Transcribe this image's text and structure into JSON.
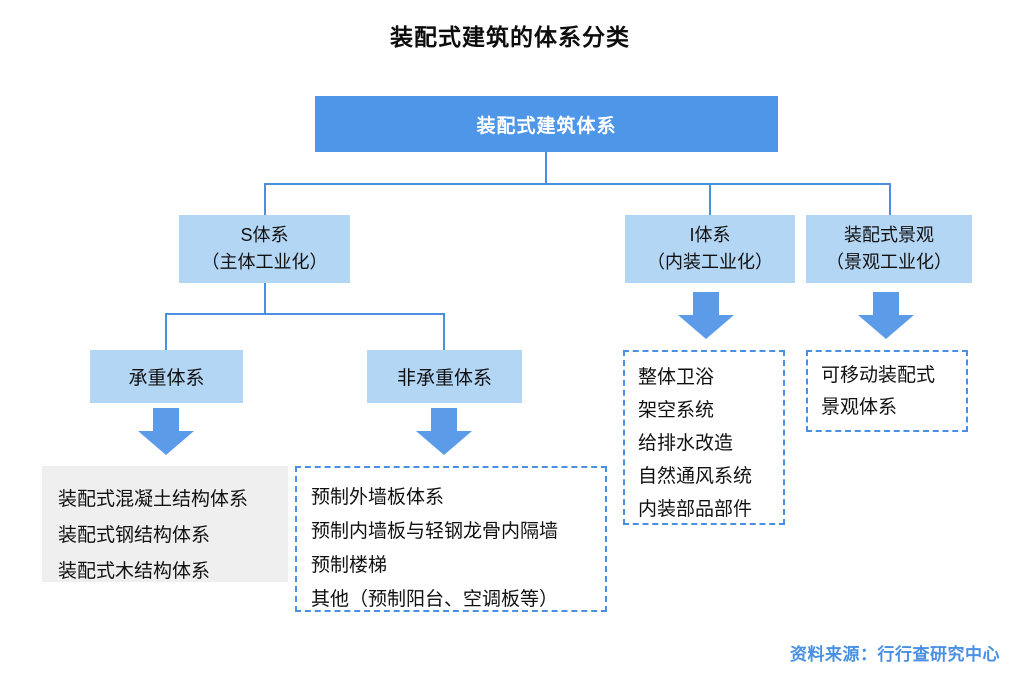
{
  "title": "装配式建筑的体系分类",
  "source_note": "资料来源：行行查研究中心",
  "colors": {
    "root_node_blue": "#4d96e8",
    "branch_node_light_blue": "#b4d6f5",
    "connector_line_blue": "#4a90e2",
    "arrow_blue": "#5b9be8",
    "leaf_gray": "#efefef",
    "dashed_border_blue": "#4a90e2",
    "source_text_blue": "#4a90e2"
  },
  "tree": {
    "root_label": "装配式建筑体系",
    "s_branch": {
      "title": "S体系",
      "subtitle": "（主体工业化）"
    },
    "i_branch": {
      "title": "I体系",
      "subtitle": "（内装工业化）"
    },
    "landscape_branch": {
      "title": "装配式景观",
      "subtitle": "（景观工业化）"
    },
    "load_bearing": {
      "title": "承重体系",
      "items": [
        "装配式混凝土结构体系",
        "装配式钢结构体系",
        "装配式木结构体系"
      ]
    },
    "non_load_bearing": {
      "title": "非承重体系",
      "items": [
        "预制外墙板体系",
        "预制内墙板与轻钢龙骨内隔墙",
        "预制楼梯",
        "其他（预制阳台、空调板等）"
      ]
    },
    "i_branch_items": [
      "整体卫浴",
      "架空系统",
      "给排水改造",
      "自然通风系统",
      "内装部品部件"
    ],
    "landscape_items": [
      "可移动装配式",
      "景观体系"
    ]
  }
}
